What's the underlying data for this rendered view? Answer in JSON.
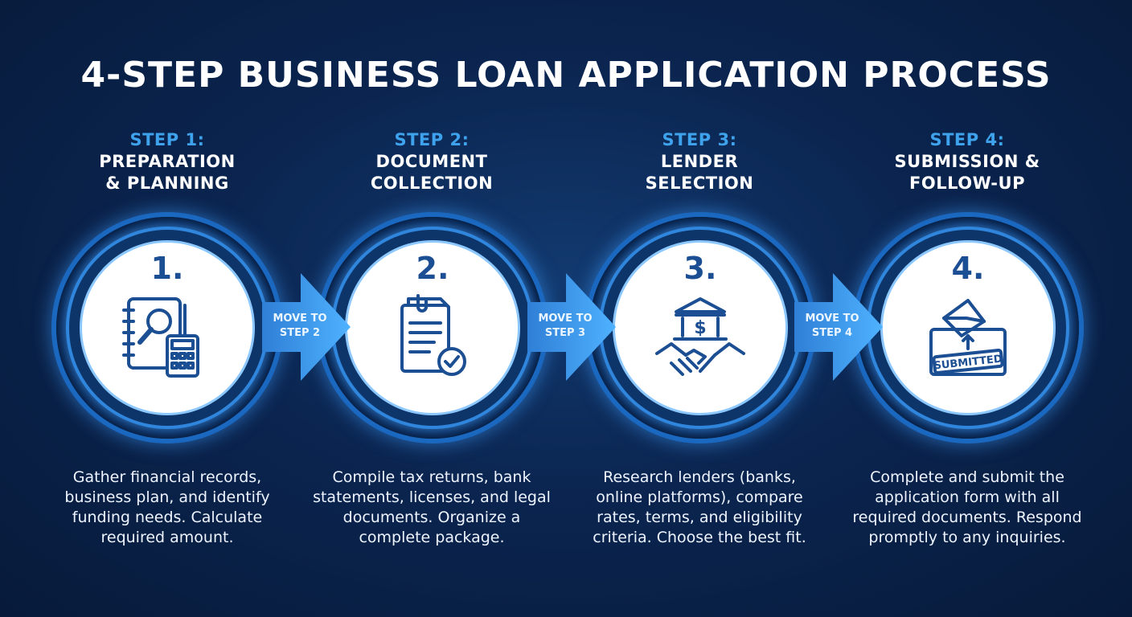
{
  "title": "4-STEP BUSINESS LOAN APPLICATION PROCESS",
  "colors": {
    "background": "#0b2550",
    "accent": "#3ea2ec",
    "icon": "#1b4e92"
  },
  "steps": [
    {
      "label": "STEP 1:",
      "name": "PREPARATION\n& PLANNING",
      "number": "1.",
      "icon": "notebook-magnifier-calculator-icon",
      "description": "Gather financial records, business plan, and identify funding needs. Calculate required amount."
    },
    {
      "label": "STEP 2:",
      "name": "DOCUMENT\nCOLLECTION",
      "number": "2.",
      "icon": "document-checkmark-icon",
      "description": "Compile tax returns, bank statements, licenses, and legal documents. Organize a complete package."
    },
    {
      "label": "STEP 3:",
      "name": "LENDER\nSELECTION",
      "number": "3.",
      "icon": "bank-handshake-icon",
      "description": "Research lenders (banks, online platforms), compare rates, terms, and eligibility criteria. Choose the best fit."
    },
    {
      "label": "STEP 4:",
      "name": "SUBMISSION &\nFOLLOW-UP",
      "number": "4.",
      "icon": "envelope-submitted-box-icon",
      "stamp_text": "SUBMITTED",
      "description": "Complete and submit the application form with all required documents. Respond promptly to any inquiries."
    }
  ],
  "arrows": [
    "MOVE TO\nSTEP 2",
    "MOVE TO\nSTEP 3",
    "MOVE TO\nSTEP 4"
  ]
}
